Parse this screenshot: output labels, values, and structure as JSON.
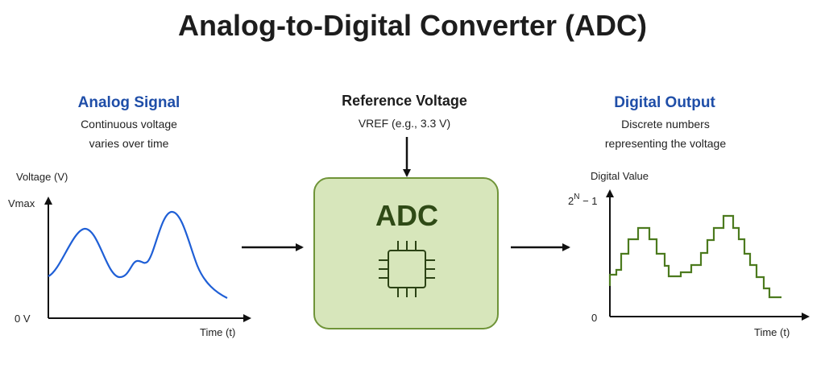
{
  "title": "Analog-to-Digital Converter (ADC)",
  "analog": {
    "heading": "Analog Signal",
    "desc_line1": "Continuous voltage",
    "desc_line2": "varies over time",
    "y_axis_label": "Voltage (V)",
    "y_top_label": "Vmax",
    "y_zero_label": "0 V",
    "x_axis_label": "Time (t)"
  },
  "reference": {
    "heading": "Reference Voltage",
    "value": "VREF (e.g., 3.3 V)"
  },
  "adc": {
    "label": "ADC"
  },
  "digital": {
    "heading": "Digital Output",
    "desc_line1": "Discrete numbers",
    "desc_line2": "representing the voltage",
    "y_axis_label": "Digital Value",
    "y_top_base": "2",
    "y_top_sup": "N",
    "y_top_suffix": " − 1",
    "y_zero_label": "0",
    "x_axis_label": "Time (t)"
  },
  "colors": {
    "analog_blue": "#1f5fd6",
    "digital_green": "#4c7a1e",
    "adc_fill": "#d7e6bb",
    "adc_border": "#6f9438",
    "chip_stroke": "#2b4214",
    "heading_blue": "#1f4ea8"
  },
  "icons": {
    "chip": "microchip-icon",
    "arrows": "arrow-right-icon"
  }
}
